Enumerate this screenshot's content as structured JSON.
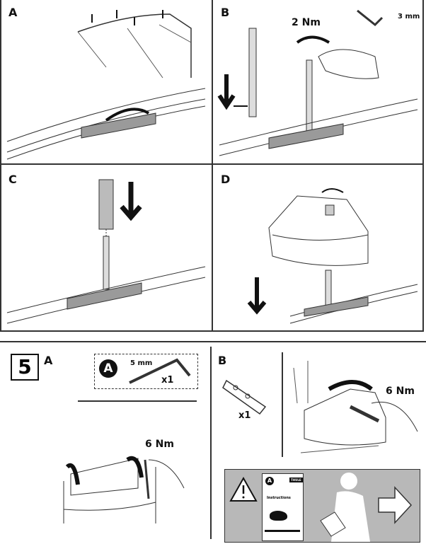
{
  "step4": {
    "panels": [
      {
        "label": "A"
      },
      {
        "label": "B",
        "torque": "2 Nm",
        "tool_size": "3 mm"
      },
      {
        "label": "C"
      },
      {
        "label": "D"
      }
    ]
  },
  "step5": {
    "number": "5",
    "panel_a": {
      "label": "A",
      "tool_badge": "A",
      "tool_size": "5 mm",
      "quantity": "x1",
      "torque": "6 Nm"
    },
    "panel_b": {
      "label": "B",
      "quantity": "x1",
      "torque": "6 Nm"
    },
    "notice": {
      "badge": "A",
      "brand": "THULE",
      "doc_title": "Instructions"
    }
  },
  "colors": {
    "line": "#333333",
    "notice_bg": "#b8b8b8",
    "part": "#9a9a9a"
  }
}
